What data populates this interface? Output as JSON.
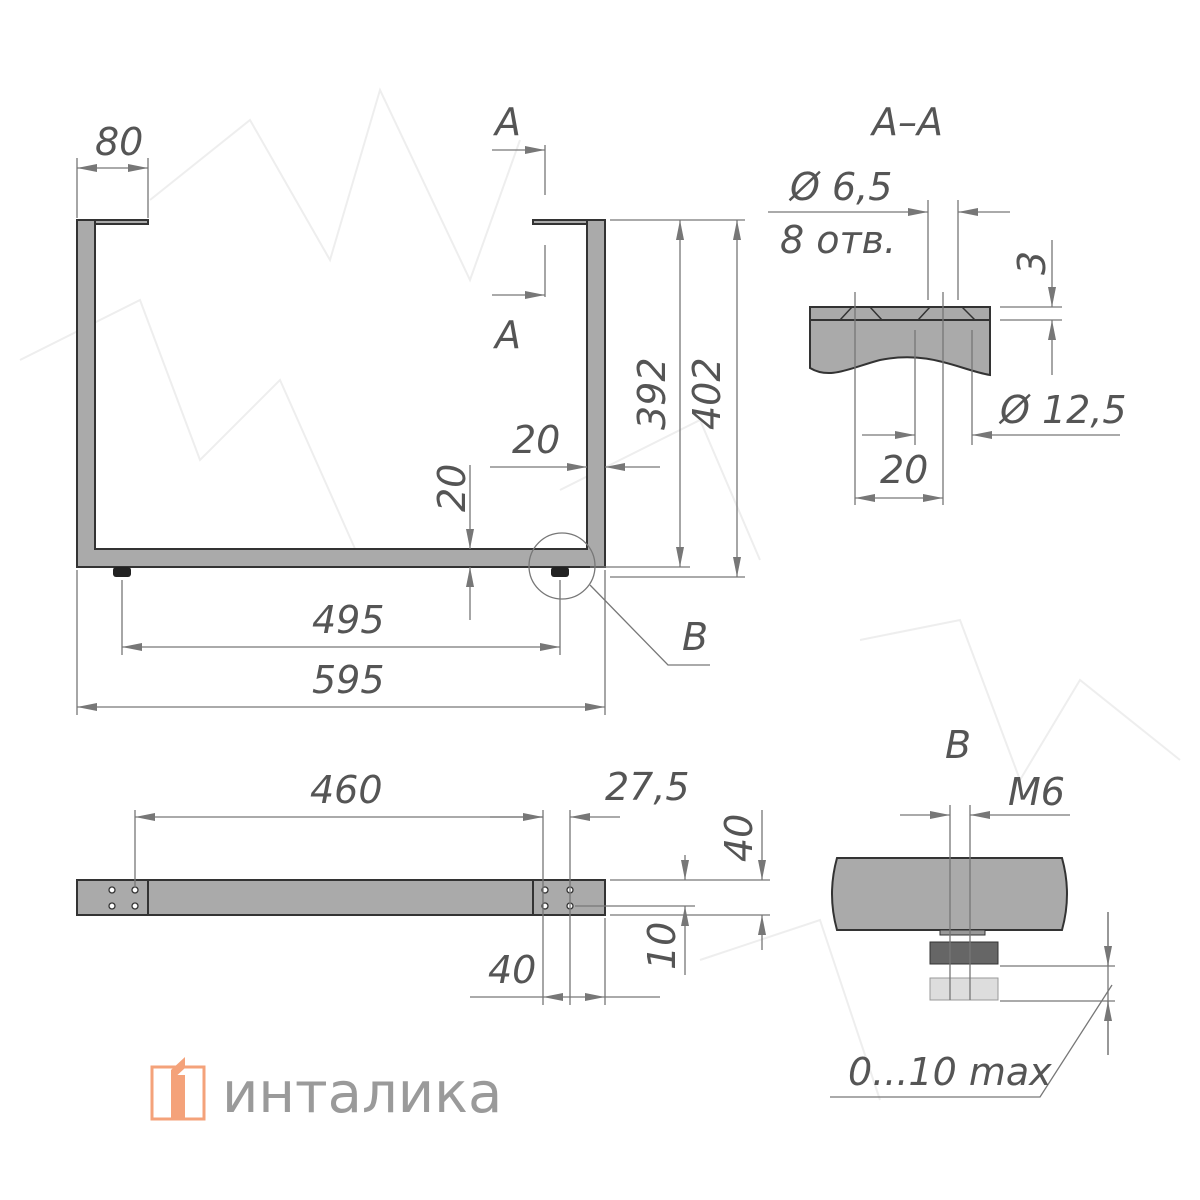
{
  "logo": {
    "text": "инталика",
    "color": "#f4a27a"
  },
  "front_view": {
    "flange_width": "80",
    "section_mark_top": "A",
    "section_mark_bottom": "A",
    "height_inner": "392",
    "height_total": "402",
    "tube_width": "20",
    "tube_height": "20",
    "feet_distance": "495",
    "total_width": "595",
    "detail_label": "B"
  },
  "side_view": {
    "plate_spacing": "460",
    "hole_offset": "27,5",
    "plate_length": "40",
    "height": "40",
    "hole_pitch": "10"
  },
  "section_aa": {
    "title": "A–A",
    "hole_diameter": "Ø 6,5",
    "hole_count": "8 отв.",
    "thickness": "3",
    "counterbore": "Ø 12,5",
    "spacing": "20"
  },
  "detail_b": {
    "title": "B",
    "thread": "M6",
    "adjustment": "0...10 max"
  }
}
